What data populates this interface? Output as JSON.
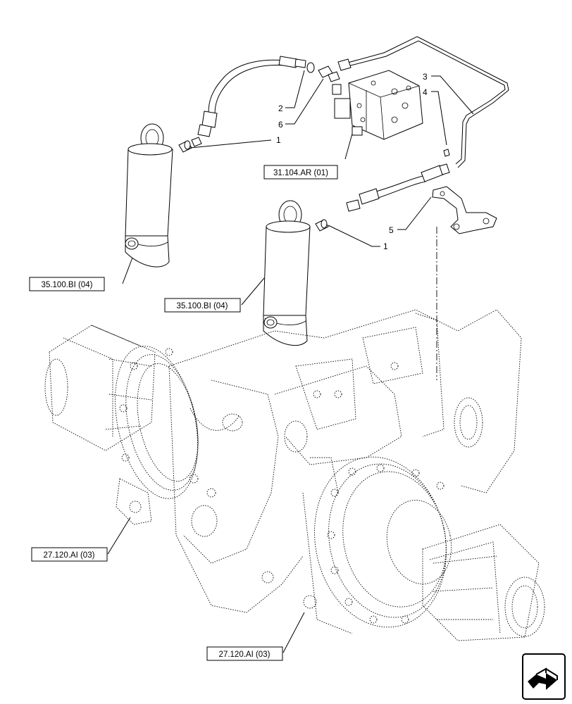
{
  "callouts": [
    {
      "id": "c2",
      "text": "2"
    },
    {
      "id": "c6",
      "text": "6"
    },
    {
      "id": "c1a",
      "text": "1"
    },
    {
      "id": "c3",
      "text": "3"
    },
    {
      "id": "c4",
      "text": "4"
    },
    {
      "id": "c5",
      "text": "5"
    },
    {
      "id": "c1b",
      "text": "1"
    }
  ],
  "references": [
    {
      "id": "r1",
      "text": "31.104.AR (01)"
    },
    {
      "id": "r2",
      "text": "35.100.BI (04)"
    },
    {
      "id": "r3",
      "text": "35.100.BI (04)"
    },
    {
      "id": "r4",
      "text": "27.120.AI (03)"
    },
    {
      "id": "r5",
      "text": "27.120.AI (03)"
    }
  ],
  "nav_icon": "next-page-arrow-icon"
}
